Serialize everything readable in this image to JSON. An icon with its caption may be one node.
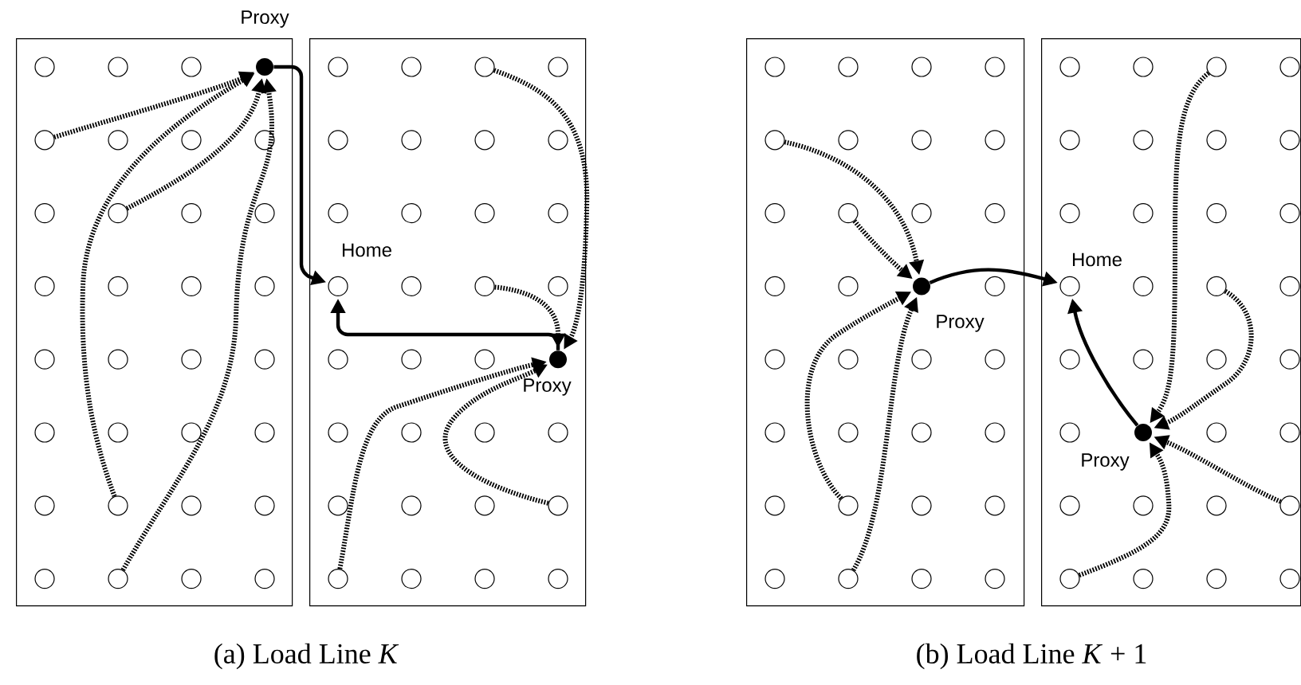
{
  "diagram": {
    "nodes": [
      {
        "text": [],
        "shape": "box"
      },
      {
        "text": [],
        "shape": "circle",
        "in": 0
      },
      {
        "text": [],
        "shape": "circle",
        "in": 0
      },
      {
        "text": [],
        "shape": "circle",
        "in": 0
      },
      {
        "text": [],
        "shape": "dot",
        "in": 0,
        "beside": [
          "Proxy"
        ]
      },
      {
        "text": [],
        "shape": "circle",
        "in": 0
      },
      {
        "text": [],
        "shape": "circle",
        "in": 0
      },
      {
        "text": [],
        "shape": "circle",
        "in": 0
      },
      {
        "text": [],
        "shape": "circle",
        "in": 0
      },
      {
        "text": [],
        "shape": "circle",
        "in": 0
      },
      {
        "text": [],
        "shape": "circle",
        "in": 0
      },
      {
        "text": [],
        "shape": "circle",
        "in": 0
      },
      {
        "text": [],
        "shape": "circle",
        "in": 0
      },
      {
        "text": [],
        "shape": "circle",
        "in": 0
      },
      {
        "text": [],
        "shape": "circle",
        "in": 0
      },
      {
        "text": [],
        "shape": "circle",
        "in": 0
      },
      {
        "text": [],
        "shape": "circle",
        "in": 0
      },
      {
        "text": [],
        "shape": "circle",
        "in": 0
      },
      {
        "text": [],
        "shape": "circle",
        "in": 0
      },
      {
        "text": [],
        "shape": "circle",
        "in": 0
      },
      {
        "text": [],
        "shape": "circle",
        "in": 0
      },
      {
        "text": [],
        "shape": "circle",
        "in": 0
      },
      {
        "text": [],
        "shape": "circle",
        "in": 0
      },
      {
        "text": [],
        "shape": "circle",
        "in": 0
      },
      {
        "text": [],
        "shape": "circle",
        "in": 0
      },
      {
        "text": [],
        "shape": "circle",
        "in": 0
      },
      {
        "text": [],
        "shape": "circle",
        "in": 0
      },
      {
        "text": [],
        "shape": "circle",
        "in": 0
      },
      {
        "text": [],
        "shape": "circle",
        "in": 0
      },
      {
        "text": [],
        "shape": "circle",
        "in": 0
      },
      {
        "text": [],
        "shape": "circle",
        "in": 0
      },
      {
        "text": [],
        "shape": "circle",
        "in": 0
      },
      {
        "text": [],
        "shape": "circle",
        "in": 0
      },
      {
        "text": [],
        "shape": "box"
      },
      {
        "text": [],
        "shape": "circle",
        "in": 33
      },
      {
        "text": [],
        "shape": "circle",
        "in": 33
      },
      {
        "text": [],
        "shape": "circle",
        "in": 33
      },
      {
        "text": [],
        "shape": "circle",
        "in": 33
      },
      {
        "text": [],
        "shape": "circle",
        "in": 33
      },
      {
        "text": [],
        "shape": "circle",
        "in": 33
      },
      {
        "text": [],
        "shape": "circle",
        "in": 33
      },
      {
        "text": [],
        "shape": "circle",
        "in": 33
      },
      {
        "text": [],
        "shape": "circle",
        "in": 33
      },
      {
        "text": [],
        "shape": "circle",
        "in": 33
      },
      {
        "text": [],
        "shape": "circle",
        "in": 33
      },
      {
        "text": [],
        "shape": "circle",
        "in": 33
      },
      {
        "text": [],
        "shape": "circle",
        "in": 33,
        "beside": [
          "Home"
        ]
      },
      {
        "text": [],
        "shape": "circle",
        "in": 33
      },
      {
        "text": [],
        "shape": "circle",
        "in": 33
      },
      {
        "text": [],
        "shape": "circle",
        "in": 33
      },
      {
        "text": [],
        "shape": "circle",
        "in": 33
      },
      {
        "text": [],
        "shape": "circle",
        "in": 33
      },
      {
        "text": [],
        "shape": "circle",
        "in": 33
      },
      {
        "text": [],
        "shape": "dot",
        "in": 33,
        "beside": [
          "Proxy"
        ]
      },
      {
        "text": [],
        "shape": "circle",
        "in": 33
      },
      {
        "text": [],
        "shape": "circle",
        "in": 33
      },
      {
        "text": [],
        "shape": "circle",
        "in": 33
      },
      {
        "text": [],
        "shape": "circle",
        "in": 33
      },
      {
        "text": [],
        "shape": "circle",
        "in": 33
      },
      {
        "text": [],
        "shape": "circle",
        "in": 33
      },
      {
        "text": [],
        "shape": "circle",
        "in": 33
      },
      {
        "text": [],
        "shape": "circle",
        "in": 33
      },
      {
        "text": [],
        "shape": "circle",
        "in": 33
      },
      {
        "text": [],
        "shape": "circle",
        "in": 33
      },
      {
        "text": [],
        "shape": "circle",
        "in": 33
      },
      {
        "text": [],
        "shape": "circle",
        "in": 33
      },
      {
        "text": [],
        "shape": "box"
      },
      {
        "text": [],
        "shape": "circle",
        "in": 66
      },
      {
        "text": [],
        "shape": "circle",
        "in": 66
      },
      {
        "text": [],
        "shape": "circle",
        "in": 66
      },
      {
        "text": [],
        "shape": "circle",
        "in": 66
      },
      {
        "text": [],
        "shape": "circle",
        "in": 66
      },
      {
        "text": [],
        "shape": "circle",
        "in": 66
      },
      {
        "text": [],
        "shape": "circle",
        "in": 66
      },
      {
        "text": [],
        "shape": "circle",
        "in": 66
      },
      {
        "text": [],
        "shape": "circle",
        "in": 66
      },
      {
        "text": [],
        "shape": "circle",
        "in": 66
      },
      {
        "text": [],
        "shape": "circle",
        "in": 66
      },
      {
        "text": [],
        "shape": "circle",
        "in": 66
      },
      {
        "text": [],
        "shape": "circle",
        "in": 66
      },
      {
        "text": [],
        "shape": "circle",
        "in": 66
      },
      {
        "text": [],
        "shape": "dot",
        "in": 66,
        "beside": [
          "Proxy"
        ]
      },
      {
        "text": [],
        "shape": "circle",
        "in": 66
      },
      {
        "text": [],
        "shape": "circle",
        "in": 66
      },
      {
        "text": [],
        "shape": "circle",
        "in": 66
      },
      {
        "text": [],
        "shape": "circle",
        "in": 66
      },
      {
        "text": [],
        "shape": "circle",
        "in": 66
      },
      {
        "text": [],
        "shape": "circle",
        "in": 66
      },
      {
        "text": [],
        "shape": "circle",
        "in": 66
      },
      {
        "text": [],
        "shape": "circle",
        "in": 66
      },
      {
        "text": [],
        "shape": "circle",
        "in": 66
      },
      {
        "text": [],
        "shape": "circle",
        "in": 66
      },
      {
        "text": [],
        "shape": "circle",
        "in": 66
      },
      {
        "text": [],
        "shape": "circle",
        "in": 66
      },
      {
        "text": [],
        "shape": "circle",
        "in": 66
      },
      {
        "text": [],
        "shape": "circle",
        "in": 66
      },
      {
        "text": [],
        "shape": "circle",
        "in": 66
      },
      {
        "text": [],
        "shape": "circle",
        "in": 66
      },
      {
        "text": [],
        "shape": "circle",
        "in": 66
      },
      {
        "text": [],
        "shape": "box"
      },
      {
        "text": [],
        "shape": "circle",
        "in": 99
      },
      {
        "text": [],
        "shape": "circle",
        "in": 99
      },
      {
        "text": [],
        "shape": "circle",
        "in": 99
      },
      {
        "text": [],
        "shape": "circle",
        "in": 99
      },
      {
        "text": [],
        "shape": "circle",
        "in": 99
      },
      {
        "text": [],
        "shape": "circle",
        "in": 99
      },
      {
        "text": [],
        "shape": "circle",
        "in": 99
      },
      {
        "text": [],
        "shape": "circle",
        "in": 99
      },
      {
        "text": [],
        "shape": "circle",
        "in": 99
      },
      {
        "text": [],
        "shape": "circle",
        "in": 99
      },
      {
        "text": [],
        "shape": "circle",
        "in": 99
      },
      {
        "text": [],
        "shape": "circle",
        "in": 99
      },
      {
        "text": [],
        "shape": "circle",
        "in": 99,
        "beside": [
          "Home"
        ]
      },
      {
        "text": [],
        "shape": "circle",
        "in": 99
      },
      {
        "text": [],
        "shape": "circle",
        "in": 99
      },
      {
        "text": [],
        "shape": "circle",
        "in": 99
      },
      {
        "text": [],
        "shape": "circle",
        "in": 99
      },
      {
        "text": [],
        "shape": "circle",
        "in": 99
      },
      {
        "text": [],
        "shape": "circle",
        "in": 99
      },
      {
        "text": [],
        "shape": "circle",
        "in": 99
      },
      {
        "text": [],
        "shape": "circle",
        "in": 99
      },
      {
        "text": [],
        "shape": "dot",
        "in": 99,
        "beside": [
          "Proxy"
        ]
      },
      {
        "text": [],
        "shape": "circle",
        "in": 99
      },
      {
        "text": [],
        "shape": "circle",
        "in": 99
      },
      {
        "text": [],
        "shape": "circle",
        "in": 99
      },
      {
        "text": [],
        "shape": "circle",
        "in": 99
      },
      {
        "text": [],
        "shape": "circle",
        "in": 99
      },
      {
        "text": [],
        "shape": "circle",
        "in": 99
      },
      {
        "text": [],
        "shape": "circle",
        "in": 99
      },
      {
        "text": [],
        "shape": "circle",
        "in": 99
      },
      {
        "text": [],
        "shape": "circle",
        "in": 99
      },
      {
        "text": [],
        "shape": "circle",
        "in": 99
      }
    ],
    "edges": [
      {
        "from": 5,
        "to": 4,
        "arrow": "to",
        "style": "dashed"
      },
      {
        "from": 10,
        "to": 4,
        "arrow": "to",
        "style": "dashed"
      },
      {
        "from": 26,
        "to": 4,
        "arrow": "to",
        "style": "dashed"
      },
      {
        "from": 30,
        "to": 4,
        "arrow": "to",
        "style": "dashed"
      },
      {
        "from": 4,
        "to": 46,
        "arrow": "to"
      },
      {
        "from": 53,
        "to": 46,
        "arrow": "to"
      },
      {
        "from": 36,
        "to": 53,
        "arrow": "to",
        "style": "dashed"
      },
      {
        "from": 48,
        "to": 53,
        "arrow": "to",
        "style": "dashed"
      },
      {
        "from": 62,
        "to": 53,
        "arrow": "to",
        "style": "dashed"
      },
      {
        "from": 61,
        "to": 53,
        "arrow": "to",
        "style": "dashed"
      },
      {
        "from": 71,
        "to": 81,
        "arrow": "to",
        "style": "dashed"
      },
      {
        "from": 76,
        "to": 81,
        "arrow": "to",
        "style": "dashed"
      },
      {
        "from": 92,
        "to": 81,
        "arrow": "to",
        "style": "dashed"
      },
      {
        "from": 96,
        "to": 81,
        "arrow": "to",
        "style": "dashed"
      },
      {
        "from": 81,
        "to": 112,
        "arrow": "to"
      },
      {
        "from": 121,
        "to": 112,
        "arrow": "to"
      },
      {
        "from": 102,
        "to": 121,
        "arrow": "to",
        "style": "dashed"
      },
      {
        "from": 114,
        "to": 121,
        "arrow": "to",
        "style": "dashed"
      },
      {
        "from": 127,
        "to": 121,
        "arrow": "to",
        "style": "dashed"
      },
      {
        "from": 128,
        "to": 121,
        "arrow": "to",
        "style": "dashed"
      }
    ],
    "labels": [
      "(a) Load Line *K*",
      "(b) Load Line *K* + 1"
    ]
  }
}
